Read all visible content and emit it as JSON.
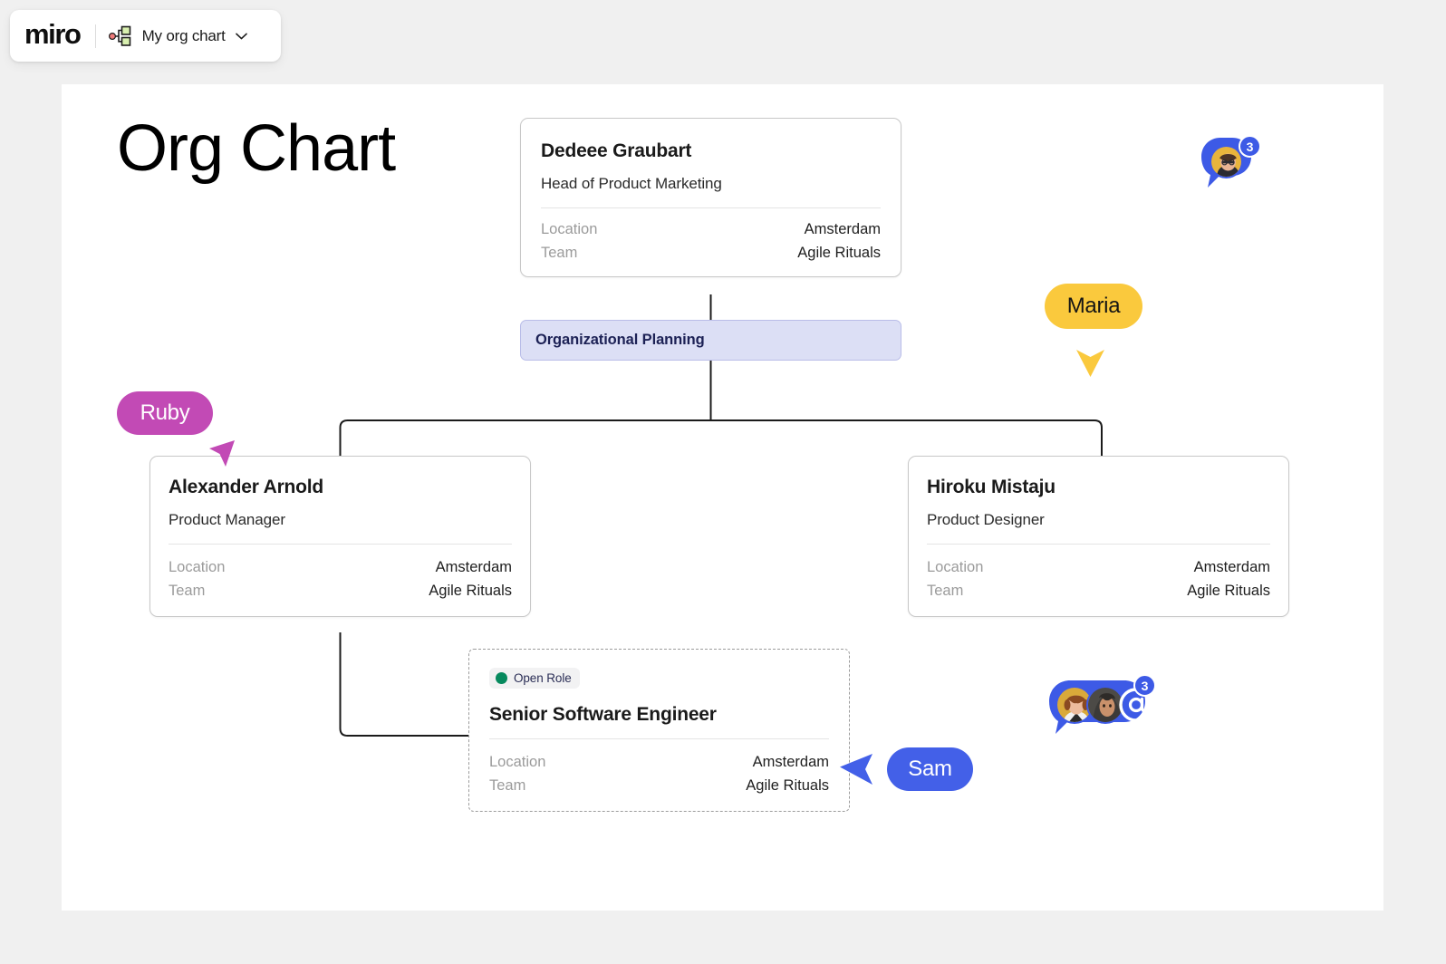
{
  "topbar": {
    "logo": "miro",
    "board_icon": "org-chart-thumbnail-icon",
    "board_name": "My org chart",
    "caret_icon": "chevron-down-icon"
  },
  "canvas": {
    "page_title": "Org Chart",
    "background": "#ffffff"
  },
  "org_chart": {
    "root": {
      "name": "Dedeee Graubart",
      "role": "Head of Product Marketing",
      "fields": [
        {
          "key": "Location",
          "value": "Amsterdam"
        },
        {
          "key": "Team",
          "value": "Agile Rituals"
        }
      ]
    },
    "group": {
      "label": "Organizational Planning",
      "fill": "#dcdff5",
      "text_color": "#1c2155"
    },
    "left": {
      "name": "Alexander Arnold",
      "role": "Product Manager",
      "fields": [
        {
          "key": "Location",
          "value": "Amsterdam"
        },
        {
          "key": "Team",
          "value": "Agile Rituals"
        }
      ]
    },
    "right": {
      "name": "Hiroku Mistaju",
      "role": "Product Designer",
      "fields": [
        {
          "key": "Location",
          "value": "Amsterdam"
        },
        {
          "key": "Team",
          "value": "Agile Rituals"
        }
      ]
    },
    "open_role": {
      "badge_label": "Open Role",
      "badge_dot_color": "#078a5e",
      "title": "Senior Software Engineer",
      "fields": [
        {
          "key": "Location",
          "value": "Amsterdam"
        },
        {
          "key": "Team",
          "value": "Agile Rituals"
        }
      ]
    }
  },
  "collaborators": [
    {
      "name": "Ruby",
      "color": "#c24ab5",
      "text_color": "#ffffff",
      "cursor": "magenta-cursor-arrow"
    },
    {
      "name": "Maria",
      "color": "#fac93d",
      "text_color": "#151515",
      "cursor": "yellow-cursor-arrow"
    },
    {
      "name": "Sam",
      "color": "#4360e8",
      "text_color": "#ffffff",
      "cursor": "blue-cursor-arrow"
    }
  ],
  "comments": [
    {
      "id": "comment-top-right",
      "count": "3",
      "avatars": 1,
      "mention_icon": false
    },
    {
      "id": "comment-open-role",
      "count": "3",
      "avatars": 2,
      "mention_icon": true
    }
  ]
}
